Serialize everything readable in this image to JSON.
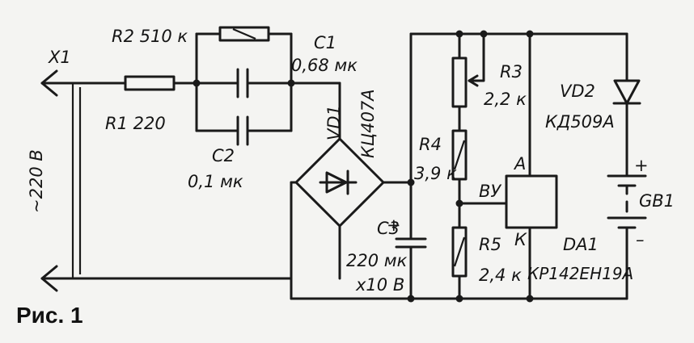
{
  "figure_caption": "Рис. 1",
  "labels": {
    "x1": "X1",
    "r1": "R1 220",
    "r2": "R2 510 к",
    "c1_name": "C1",
    "c1_value": "0,68 мк",
    "c2_name": "C2",
    "c2_value": "0,1 мк",
    "vd1": "VD1",
    "vd1_type": "КЦ407А",
    "mains": "~220 В",
    "c3_name": "C3",
    "c3_value": "220 мк",
    "c3_voltage": "x10 В",
    "r3_name": "R3",
    "r3_value": "2,2 к",
    "r4_name": "R4",
    "r4_value": "3,9 к",
    "r5_name": "R5",
    "r5_value": "2,4 к",
    "vd2": "VD2",
    "vd2_type": "КД509А",
    "gb1": "GB1",
    "da1": "DA1",
    "da1_type": "КР142ЕН19А",
    "pin_a": "А",
    "pin_k": "К",
    "pin_u": "ВУ",
    "plus_c3": "+",
    "plus_gb": "+",
    "minus_gb": "–"
  }
}
